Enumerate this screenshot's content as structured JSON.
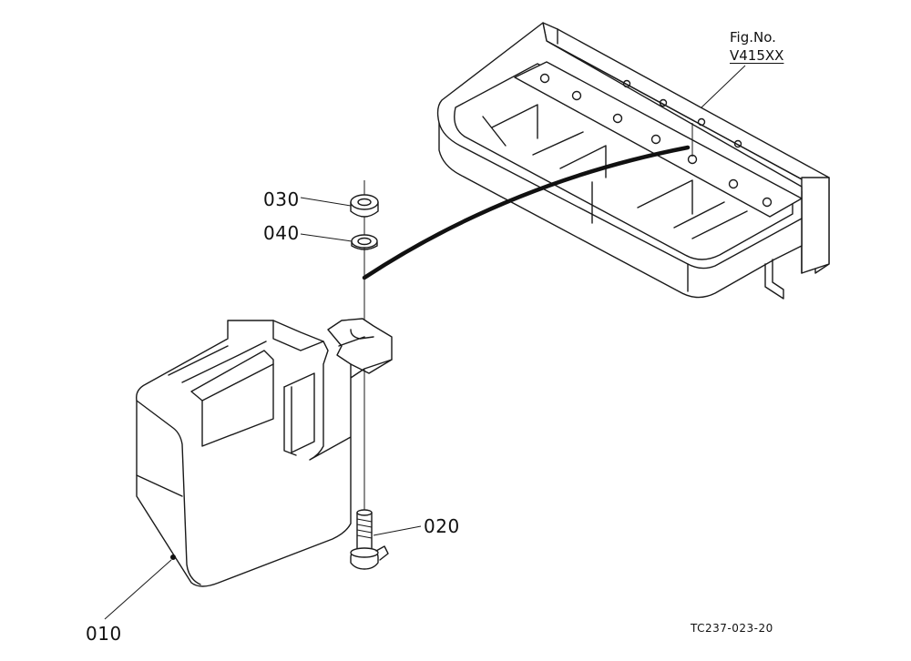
{
  "figure": {
    "title": "Fig.No.",
    "number": "V415XX",
    "reference": "TC237-023-20"
  },
  "parts": [
    {
      "id": "010"
    },
    {
      "id": "020"
    },
    {
      "id": "030"
    },
    {
      "id": "040"
    }
  ]
}
